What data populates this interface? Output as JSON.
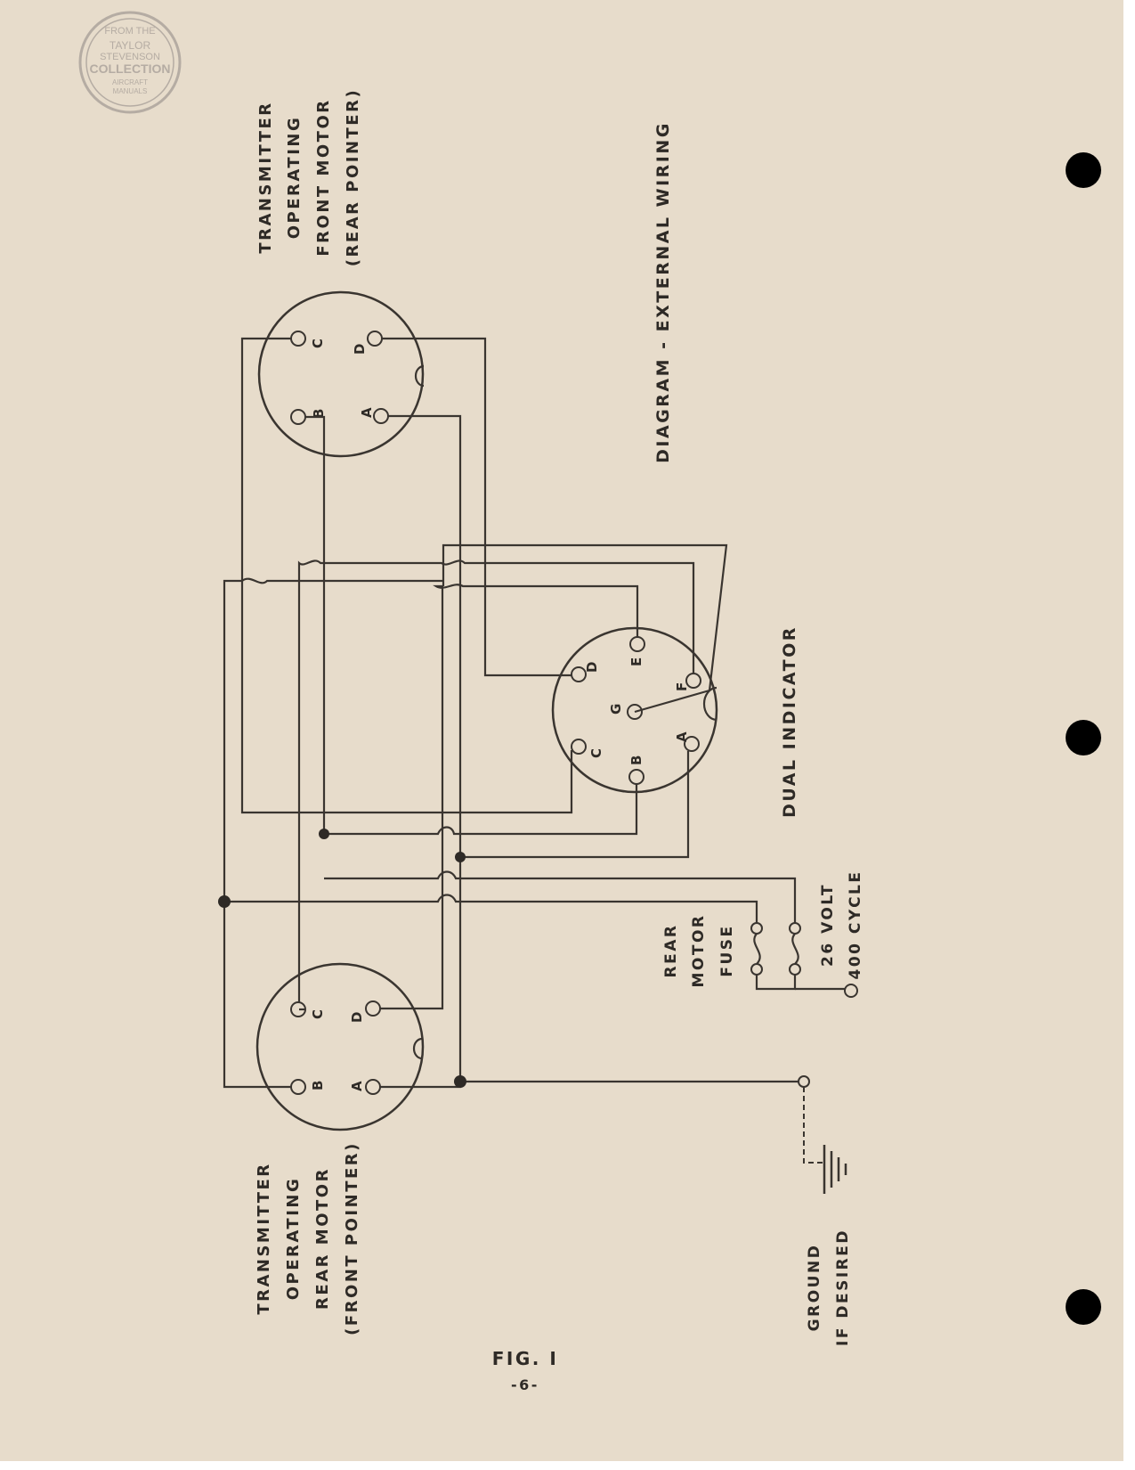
{
  "stamp": {
    "line1": "FROM THE",
    "line2": "TAYLOR",
    "line3": "STEVENSON",
    "line4": "COLLECTION",
    "line5": "AIRCRAFT",
    "line6": "MANUALS"
  },
  "diagram": {
    "title": "DIAGRAM - EXTERNAL WIRING",
    "front_transmitter": [
      "TRANSMITTER",
      "OPERATING",
      "FRONT MOTOR",
      "(REAR POINTER)"
    ],
    "rear_transmitter": [
      "TRANSMITTER",
      "OPERATING",
      "REAR MOTOR",
      "(FRONT POINTER)"
    ],
    "indicator": "DUAL    INDICATOR",
    "fuse": [
      "REAR",
      "MOTOR",
      "FUSE"
    ],
    "power": [
      "26 VOLT",
      "400 CYCLE"
    ],
    "ground": [
      "GROUND",
      "IF DESIRED"
    ],
    "transmitter_pins": [
      "A",
      "B",
      "C",
      "D"
    ],
    "indicator_pins": [
      "A",
      "B",
      "C",
      "D",
      "E",
      "F",
      "G"
    ]
  },
  "footer": {
    "figure": "FIG. I",
    "page_number": "-6-"
  },
  "colors": {
    "paper": "#e7dccb",
    "ink": "#2e2a26",
    "binder_hole": "#000000",
    "stamp": "#b5aca3"
  }
}
